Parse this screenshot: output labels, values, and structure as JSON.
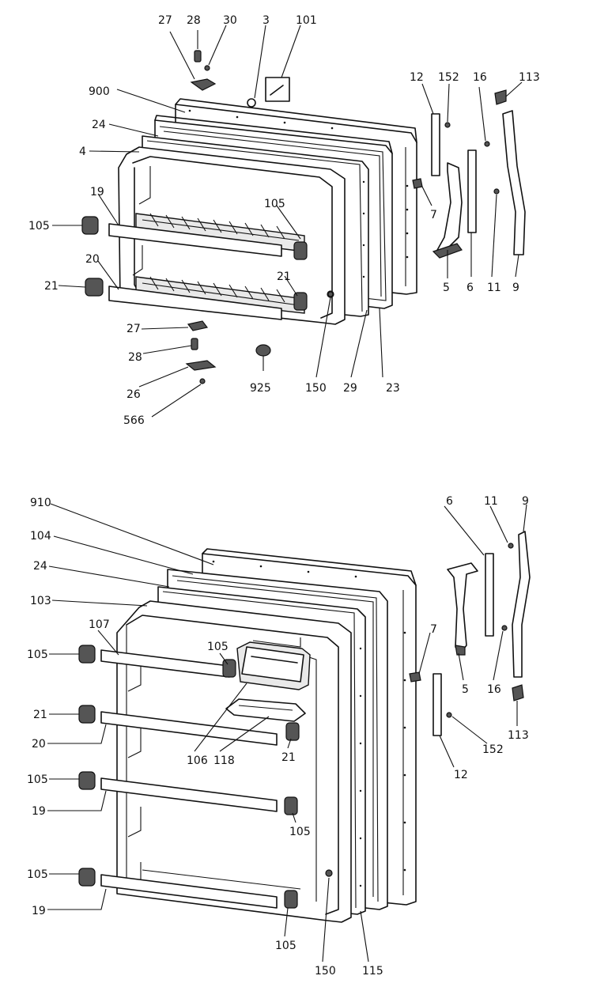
{
  "upper_assembly": {
    "labels": {
      "l27": "27",
      "l28": "28",
      "l30": "30",
      "l3": "3",
      "l101": "101",
      "l900": "900",
      "l24": "24",
      "l4": "4",
      "l19": "19",
      "l105a": "105",
      "l105b": "105",
      "l20": "20",
      "l21a": "21",
      "l21b": "21",
      "l27b": "27",
      "l28b": "28",
      "l26": "26",
      "l566": "566",
      "l925": "925",
      "l150": "150",
      "l29": "29",
      "l23": "23",
      "l12": "12",
      "l152": "152",
      "l16": "16",
      "l113": "113",
      "l7": "7",
      "l5": "5",
      "l6": "6",
      "l11": "11",
      "l9": "9"
    }
  },
  "lower_assembly": {
    "labels": {
      "l910": "910",
      "l104": "104",
      "l24": "24",
      "l103": "103",
      "l107": "107",
      "l105a": "105",
      "l105b": "105",
      "l21a": "21",
      "l20": "20",
      "l105c": "105",
      "l19a": "19",
      "l105d": "105",
      "l19b": "19",
      "l106": "106",
      "l118": "118",
      "l21b": "21",
      "l105e": "105",
      "l105f": "105",
      "l150": "150",
      "l115": "115",
      "l6": "6",
      "l11": "11",
      "l9": "9",
      "l7": "7",
      "l5": "5",
      "l16": "16",
      "l113": "113",
      "l152": "152",
      "l12": "12"
    }
  }
}
